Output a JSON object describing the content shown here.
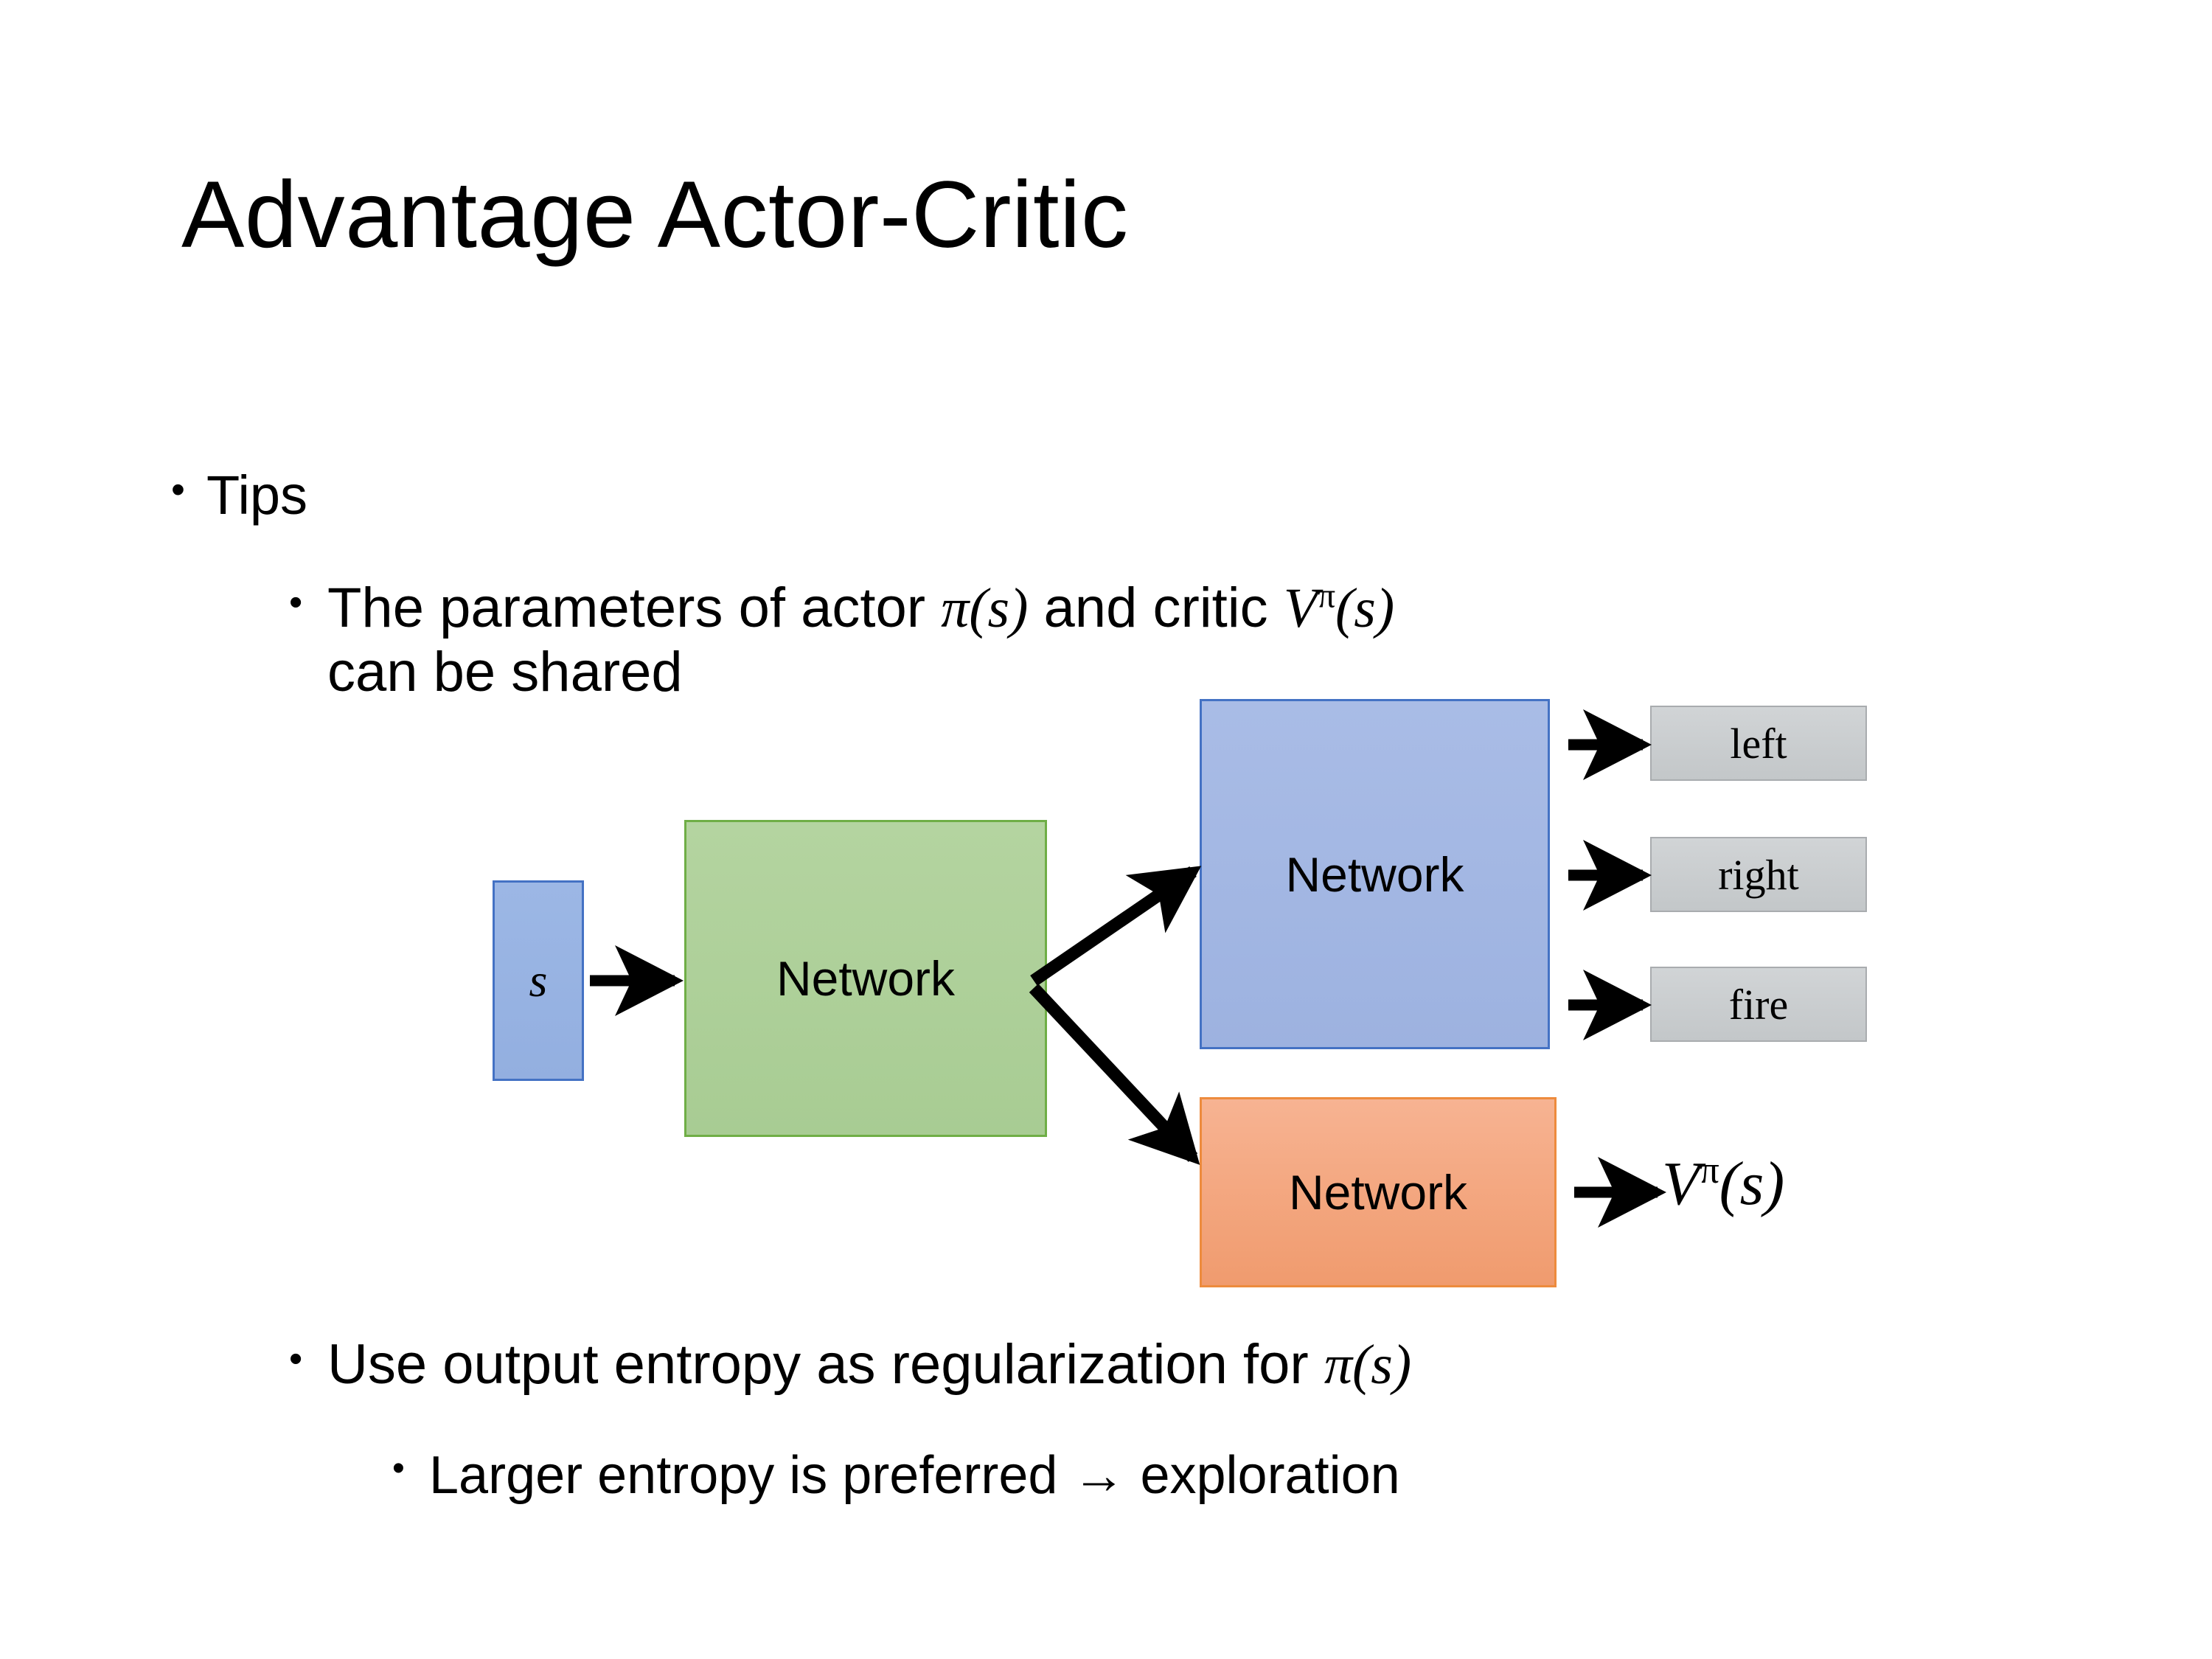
{
  "slide": {
    "title": "Advantage Actor-Critic",
    "background_color": "#FFFFFF"
  },
  "bullets": {
    "tips": {
      "marker": "•",
      "text": "Tips"
    },
    "shared_params": {
      "marker": "•",
      "text_part1": "The parameters of actor ",
      "math_actor_pi": "π",
      "math_actor_arg": "(s)",
      "text_part2": "  and critic ",
      "math_critic_V": "V",
      "math_critic_sup": "π",
      "math_critic_arg": "(s)",
      "text_part3": "can be shared"
    },
    "entropy": {
      "marker": "•",
      "text": "Use output entropy as regularization for ",
      "math_pi": "π",
      "math_arg": "(s)"
    },
    "exploration": {
      "marker": "•",
      "text": "Larger entropy is preferred → exploration"
    }
  },
  "diagram": {
    "state_box": {
      "label": "s",
      "fill": "#95B3E3",
      "border": "#4472C4"
    },
    "shared_network": {
      "label": "Network",
      "fill": "#ADD197",
      "border": "#70AD47"
    },
    "actor_network": {
      "label": "Network",
      "fill": "#A3B5E0",
      "border": "#4472C4"
    },
    "critic_network": {
      "label": "Network",
      "fill": "#F4A582",
      "border": "#ED8B3D"
    },
    "actions": [
      {
        "label": "left",
        "fill": "#C9CCCE",
        "border": "#A9ACAF"
      },
      {
        "label": "right",
        "fill": "#C9CCCE",
        "border": "#A9ACAF"
      },
      {
        "label": "fire",
        "fill": "#C9CCCE",
        "border": "#A9ACAF"
      }
    ],
    "critic_output": {
      "symbol": "V",
      "superscript": "π",
      "argument": "(s)"
    },
    "arrow_color": "#000000"
  }
}
